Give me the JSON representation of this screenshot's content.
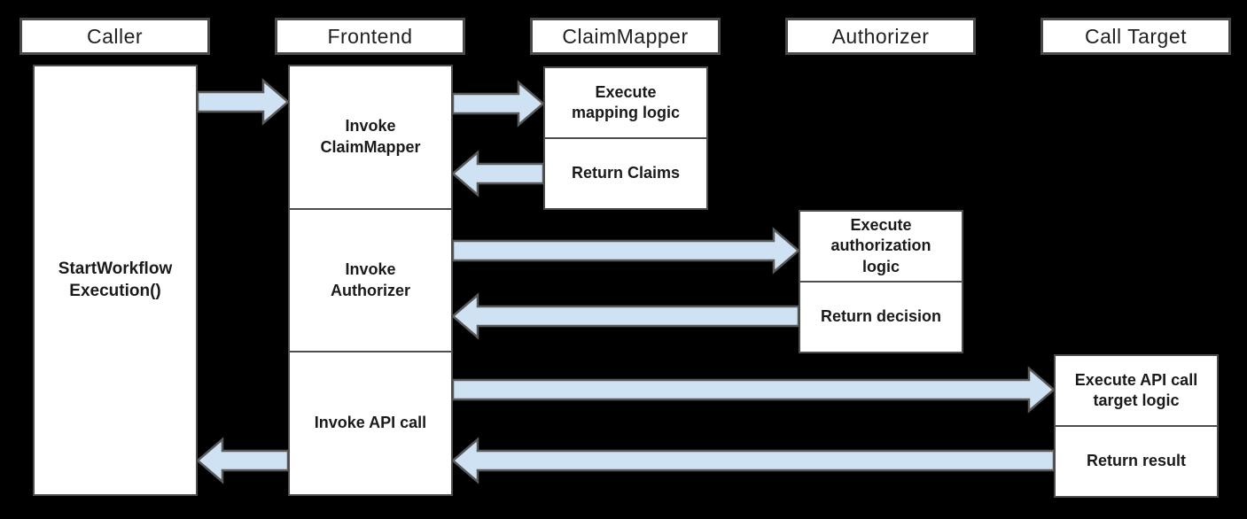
{
  "diagram": {
    "kind": "sequence-flow-diagram",
    "colors": {
      "background": "#000000",
      "box_fill": "#ffffff",
      "box_border": "#4d4d4d",
      "header_border": "#4a4a4a",
      "arrow_fill": "#cfe2f3",
      "arrow_outline": "#595959",
      "text": "#1a1a1a"
    }
  },
  "actors": [
    {
      "label": "Caller"
    },
    {
      "label": "Frontend"
    },
    {
      "label": "ClaimMapper"
    },
    {
      "label": "Authorizer"
    },
    {
      "label": "Call Target"
    }
  ],
  "activations": {
    "caller": {
      "actor": "Caller",
      "steps": [
        "StartWorkflow\nExecution()"
      ]
    },
    "frontend": {
      "actor": "Frontend",
      "steps": [
        "Invoke\nClaimMapper",
        "Invoke\nAuthorizer",
        "Invoke API call"
      ]
    },
    "claimmapper": {
      "actor": "ClaimMapper",
      "steps": [
        "Execute\nmapping logic",
        "Return Claims"
      ]
    },
    "authorizer": {
      "actor": "Authorizer",
      "steps": [
        "Execute\nauthorization\nlogic",
        "Return decision"
      ]
    },
    "calltarget": {
      "actor": "Call Target",
      "steps": [
        "Execute API call\ntarget logic",
        "Return result"
      ]
    }
  },
  "arrows": [
    {
      "from": "Caller",
      "to": "Frontend",
      "direction": "right"
    },
    {
      "from": "Frontend",
      "to": "ClaimMapper",
      "direction": "right"
    },
    {
      "from": "ClaimMapper",
      "to": "Frontend",
      "direction": "left"
    },
    {
      "from": "Frontend",
      "to": "Authorizer",
      "direction": "right"
    },
    {
      "from": "Authorizer",
      "to": "Frontend",
      "direction": "left"
    },
    {
      "from": "Frontend",
      "to": "Call Target",
      "direction": "right"
    },
    {
      "from": "Call Target",
      "to": "Frontend",
      "direction": "left"
    },
    {
      "from": "Frontend",
      "to": "Caller",
      "direction": "left"
    }
  ]
}
